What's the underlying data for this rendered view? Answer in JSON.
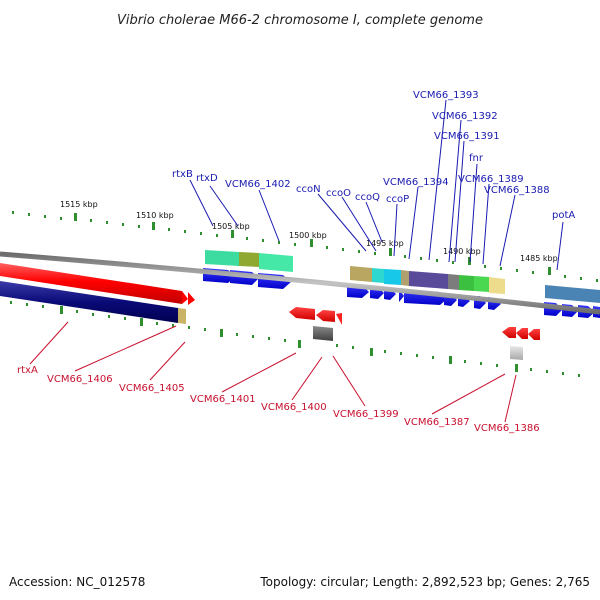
{
  "title": "Vibrio cholerae M66-2 chromosome I, complete genome",
  "footer": {
    "accession": "Accession: NC_012578",
    "summary": "Topology: circular; Length: 2,892,523 bp; Genes: 2,765"
  },
  "colors": {
    "forward_label": "#1a1ab0",
    "reverse_label": "#c8102e",
    "tick": "#2f8f2f",
    "backbone": "#8c8c8c"
  },
  "scale_labels": [
    "1515 kbp",
    "1510 kbp",
    "1505 kbp",
    "1500 kbp",
    "1495 kbp",
    "1490 kbp",
    "1485 kbp"
  ],
  "forward_genes": [
    "rtxB",
    "rtxD",
    "VCM66_1402",
    "ccoN",
    "ccoO",
    "ccoQ",
    "ccoP",
    "VCM66_1394",
    "VCM66_1393",
    "VCM66_1392",
    "VCM66_1391",
    "fnr",
    "VCM66_1389",
    "VCM66_1388",
    "potA"
  ],
  "reverse_genes": [
    "rtxA",
    "VCM66_1406",
    "VCM66_1405",
    "VCM66_1401",
    "VCM66_1400",
    "VCM66_1399",
    "VCM66_1387",
    "VCM66_1386"
  ]
}
